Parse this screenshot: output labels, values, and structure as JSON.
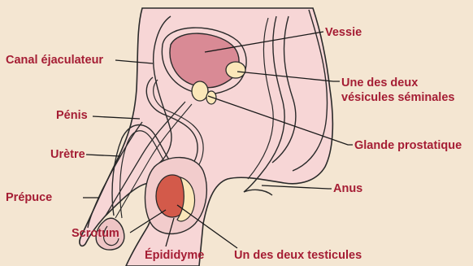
{
  "colors": {
    "background": "#f4e6d2",
    "body_fill": "#f7d6d6",
    "body_shade": "#efc5c5",
    "outline": "#2a2a2a",
    "bladder": "#d98a95",
    "bladder_dark": "#b95f6e",
    "gland": "#fbe7b9",
    "testicle": "#d35a4a",
    "label": "#a51d34"
  },
  "labels": {
    "vessie": "Vessie",
    "canal": "Canal éjaculateur",
    "vesicules_line1": "Une des deux",
    "vesicules_line2": "vésicules séminales",
    "penis": "Pénis",
    "uretre": "Urètre",
    "glande": "Glande prostatique",
    "anus": "Anus",
    "prepuce": "Prépuce",
    "scrotum": "Scrotum",
    "epididyme": "Épididyme",
    "testicule": "Un des deux testicules"
  }
}
